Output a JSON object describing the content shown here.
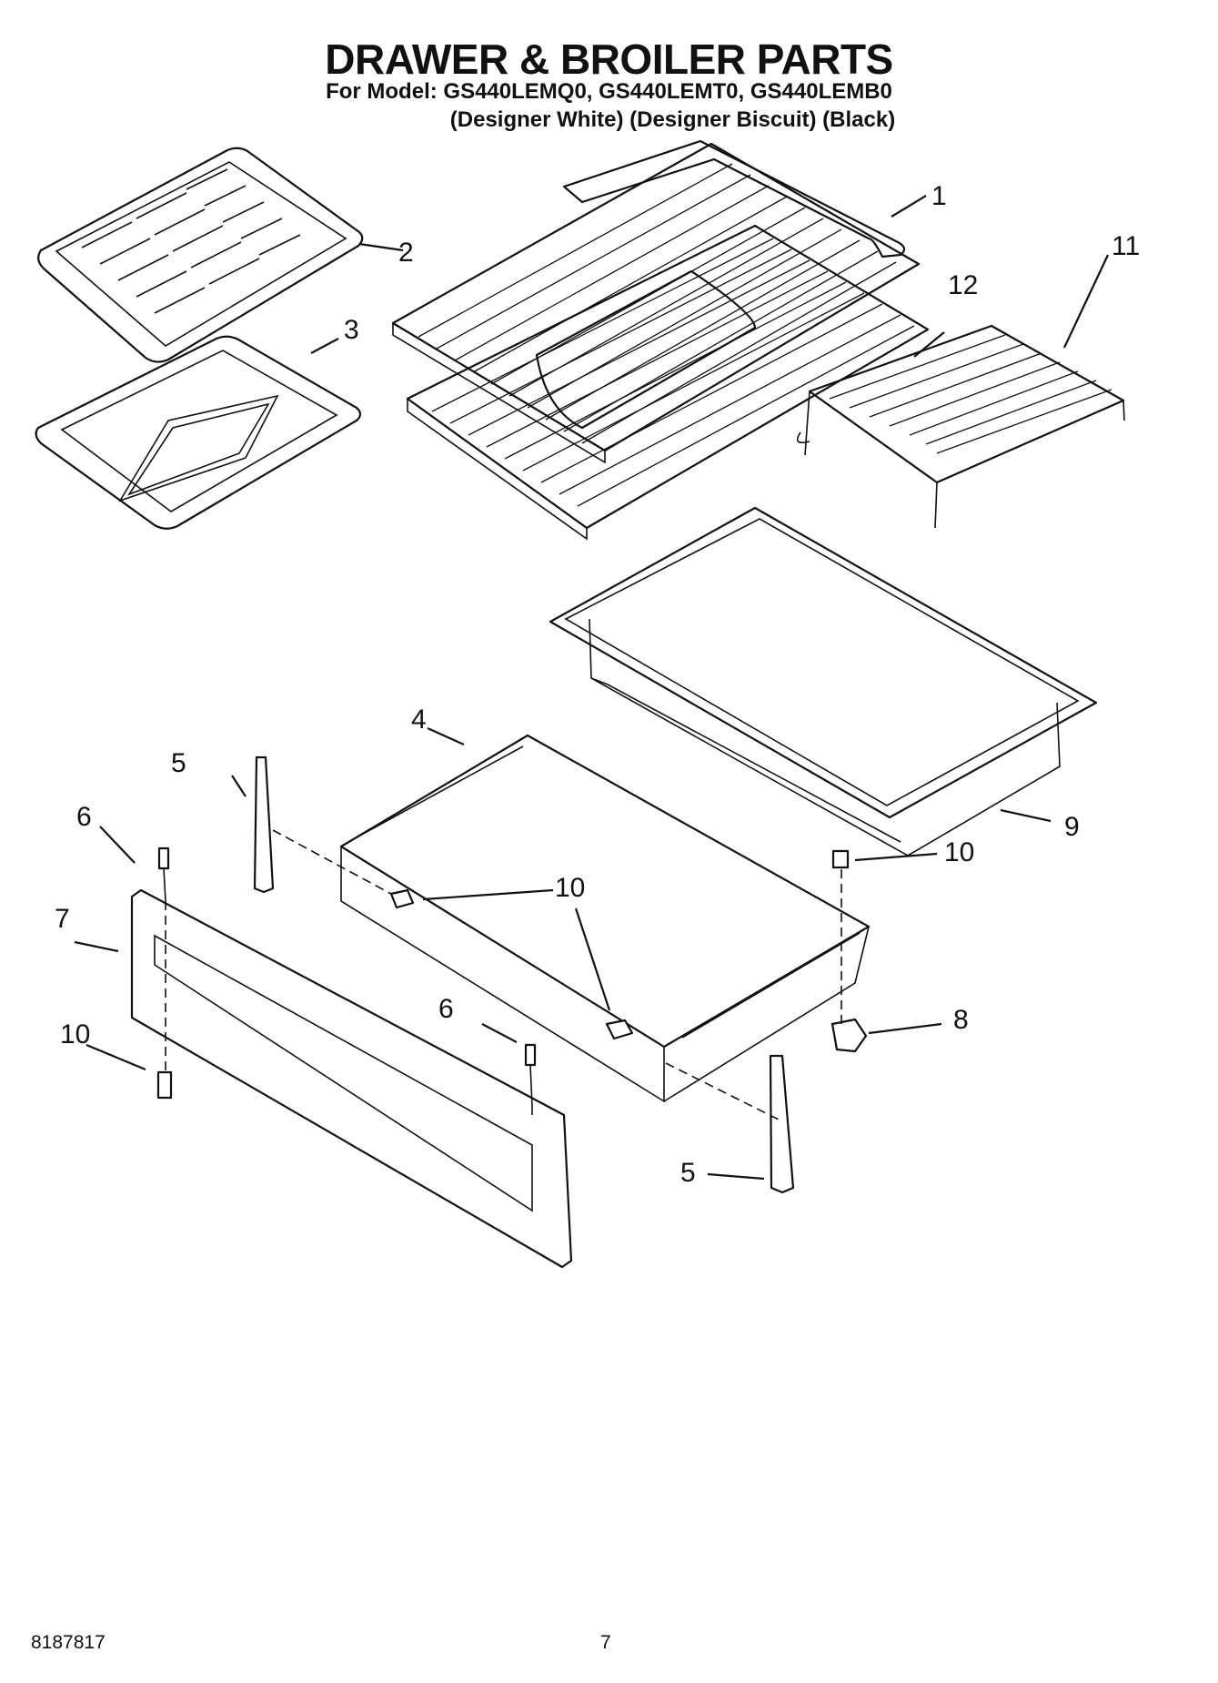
{
  "header": {
    "title": "DRAWER & BROILER PARTS",
    "model_line": "For Model: GS440LEMQ0, GS440LEMT0, GS440LEMB0",
    "color_line": "(Designer White) (Designer Biscuit)  (Black)"
  },
  "callouts": {
    "c1": "1",
    "c2": "2",
    "c3": "3",
    "c4": "4",
    "c5a": "5",
    "c5b": "5",
    "c6a": "6",
    "c6b": "6",
    "c7": "7",
    "c8": "8",
    "c9": "9",
    "c10a": "10",
    "c10b": "10",
    "c10c": "10",
    "c11": "11",
    "c12": "12"
  },
  "footer": {
    "part_number": "8187817",
    "page_number": "7"
  }
}
